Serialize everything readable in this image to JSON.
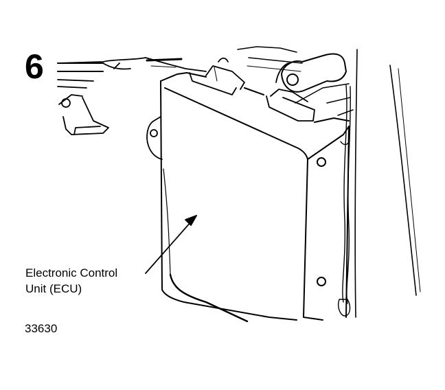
{
  "step_number": "6",
  "callout": {
    "line1": "Electronic Control",
    "line2": "Unit (ECU)"
  },
  "figure_id": "33630",
  "colors": {
    "ink": "#000000",
    "paper": "#ffffff"
  }
}
